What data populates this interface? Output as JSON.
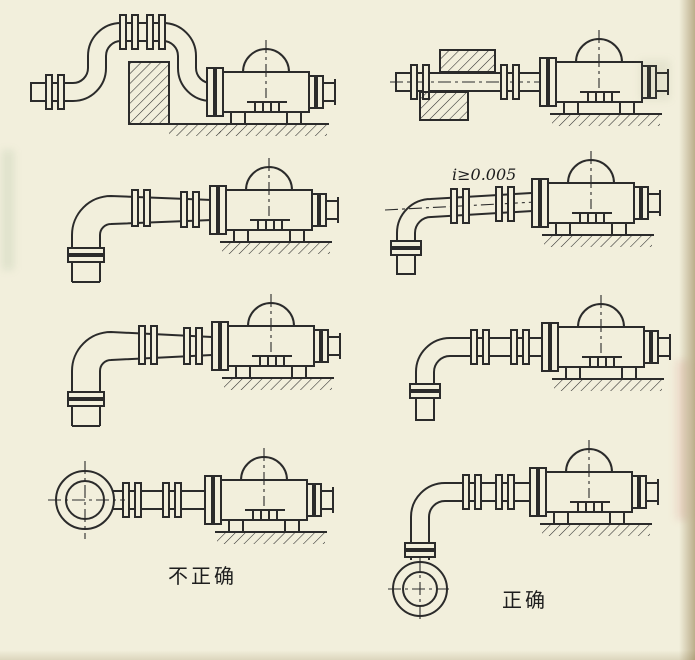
{
  "page": {
    "background_color": "#f2efdc",
    "line_color": "#2b2b2b"
  },
  "labels": {
    "incorrect": "不正确",
    "correct": "正确",
    "slope": "i≥0.005"
  },
  "figures": [
    {
      "id": "fig-1",
      "column": "incorrect",
      "row": 1,
      "subject": "suction-pipe-rising-over-wall-into-pump"
    },
    {
      "id": "fig-2",
      "column": "correct",
      "row": 1,
      "subject": "straight-horizontal-suction-pipe-with-wall-sleeve-and-support"
    },
    {
      "id": "fig-3",
      "column": "incorrect",
      "row": 2,
      "subject": "elbow-with-tapered-suction-run"
    },
    {
      "id": "fig-4",
      "column": "correct",
      "row": 2,
      "subject": "elbow-with-suction-run-sloping-up-to-pump"
    },
    {
      "id": "fig-5",
      "column": "incorrect",
      "row": 3,
      "subject": "elbow-with-concentric-reducer-before-pump"
    },
    {
      "id": "fig-6",
      "column": "correct",
      "row": 3,
      "subject": "elbow-with-level-suction-run"
    },
    {
      "id": "fig-7",
      "column": "incorrect",
      "row": 4,
      "subject": "bell-mouth-facing-sideways-end-view"
    },
    {
      "id": "fig-8",
      "column": "correct",
      "row": 4,
      "subject": "elbow-down-to-bell-mouth-facing-downward"
    }
  ]
}
